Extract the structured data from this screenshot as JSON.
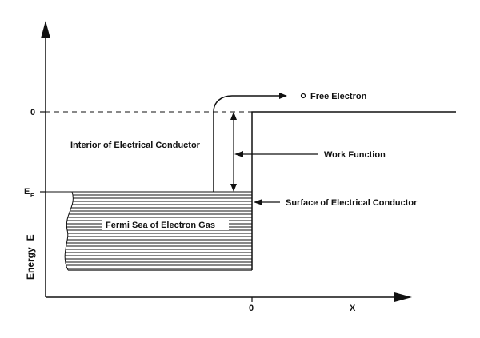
{
  "diagram": {
    "axis_y_label": "Energy",
    "axis_y_symbol": "E",
    "axis_x_label": "X",
    "y_tick_zero": "0",
    "y_tick_fermi": "E",
    "y_tick_fermi_sub": "F",
    "x_tick_zero": "0",
    "free_electron_label": "Free Electron",
    "interior_label": "Interior of Electrical Conductor",
    "work_function_label": "Work Function",
    "surface_label": "Surface of Electrical Conductor",
    "fermi_sea_label": "Fermi Sea of Electron Gas"
  },
  "colors": {
    "ink": "#111111",
    "background": "#ffffff"
  }
}
